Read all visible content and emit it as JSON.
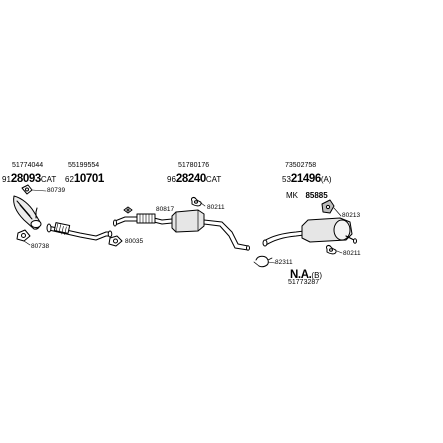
{
  "groups": [
    {
      "top_number": "51774044",
      "prefix": "91",
      "big": "28093",
      "suffix": "CAT"
    },
    {
      "top_number": "55199554",
      "prefix": "62",
      "big": "10701",
      "suffix": ""
    },
    {
      "top_number": "51780176",
      "prefix": "96",
      "big": "28240",
      "suffix": "CAT"
    },
    {
      "top_number": "73502758",
      "prefix": "53",
      "big": "21496",
      "suffix": "(A)",
      "mk_label": "MK",
      "mk_value": "85885"
    }
  ],
  "na_block": {
    "label": "N.A.",
    "suffix": "(B)",
    "number": "51773287"
  },
  "part_codes": {
    "c80739": "80739",
    "c80738": "80738",
    "c80035": "80035",
    "c80817": "80817",
    "c80211a": "80211",
    "c80213": "80213",
    "c80211b": "80211",
    "c82311": "82311"
  }
}
